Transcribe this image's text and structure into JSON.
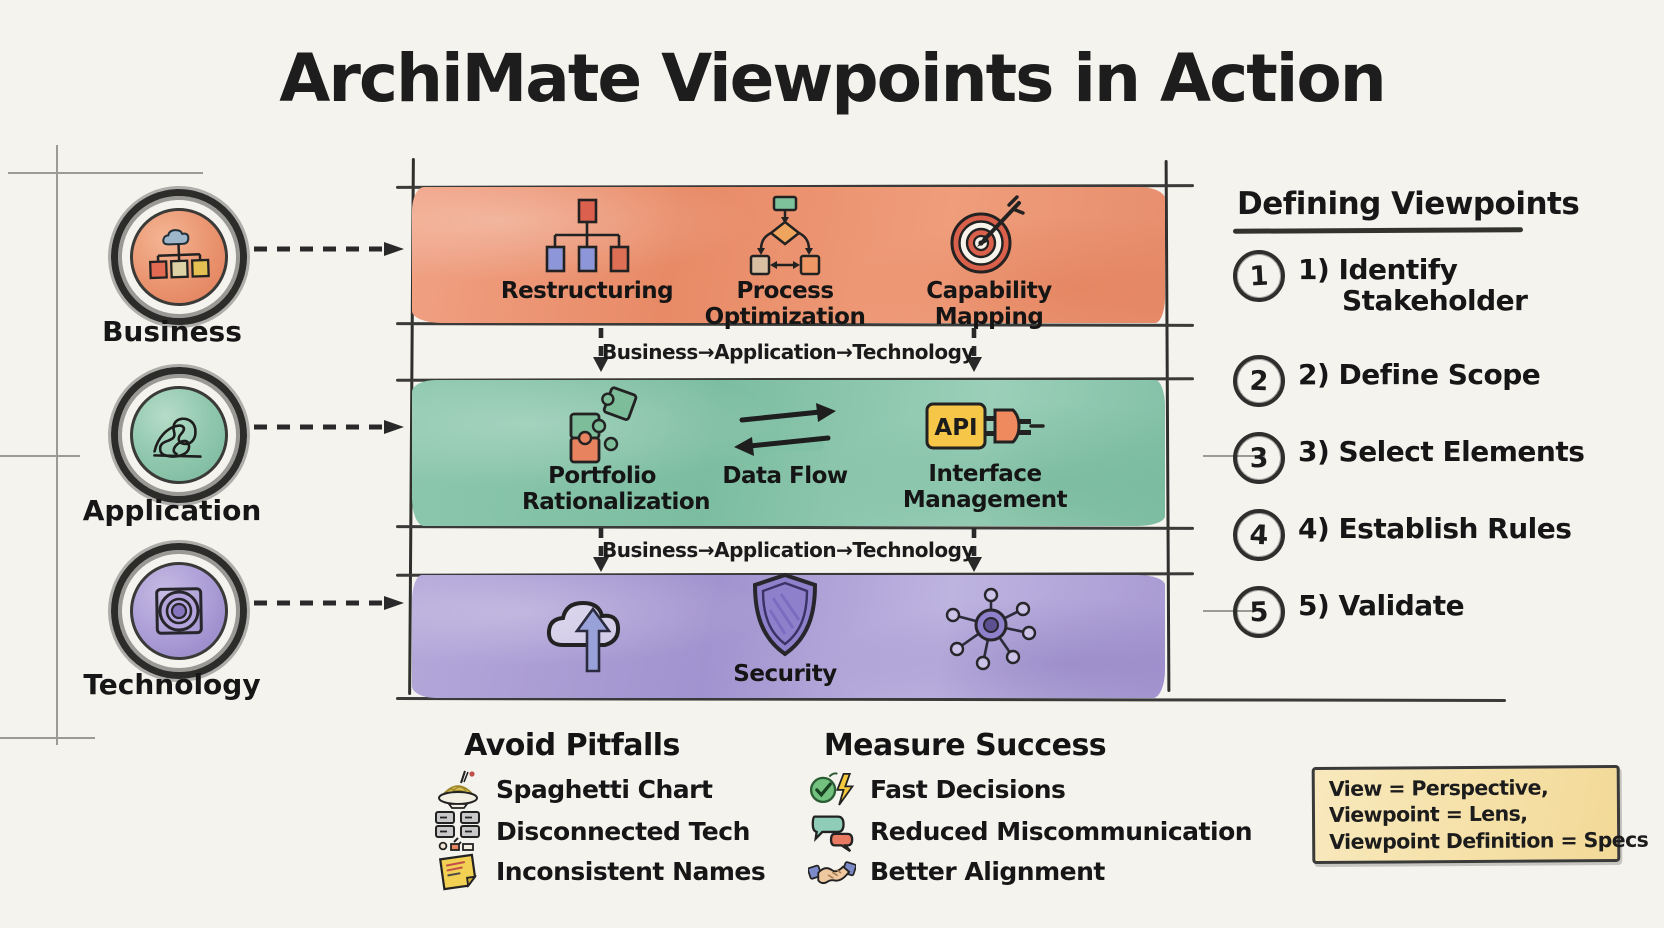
{
  "title": "ArchiMate Viewpoints in Action",
  "colors": {
    "background": "#f5f3ee",
    "ink": "#222222",
    "business_band": "#e88f6e",
    "application_band": "#84c1a7",
    "technology_band": "#a89ad3",
    "note_bg": "#f6e3ae",
    "api_yellow": "#f5c648"
  },
  "layers": [
    {
      "label": "Business",
      "icon": "org-chart-icon"
    },
    {
      "label": "Application",
      "icon": "tangle-icon"
    },
    {
      "label": "Technology",
      "icon": "lens-icon"
    }
  ],
  "bands": [
    {
      "name": "business-band",
      "items": [
        {
          "label": "Restructuring",
          "icon": "hierarchy-icon"
        },
        {
          "label": "Process Optimization",
          "icon": "flowchart-icon"
        },
        {
          "label": "Capability Mapping",
          "icon": "target-icon"
        }
      ]
    },
    {
      "name": "application-band",
      "items": [
        {
          "label": "Portfolio Rationalization",
          "icon": "puzzle-icon"
        },
        {
          "label": "Data Flow",
          "icon": "double-arrow-icon"
        },
        {
          "label": "Interface Management",
          "icon": "api-plug-icon",
          "icon_text": "API"
        }
      ]
    },
    {
      "name": "technology-band",
      "items": [
        {
          "label": "",
          "icon": "cloud-upload-icon"
        },
        {
          "label": "Security",
          "icon": "shield-icon"
        },
        {
          "label": "",
          "icon": "network-icon"
        }
      ]
    }
  ],
  "connector_label": "Business→Application→Technology",
  "defining_viewpoints": {
    "title": "Defining Viewpoints",
    "steps": [
      {
        "num": "1",
        "label": "1) Identify Stakeholder"
      },
      {
        "num": "2",
        "label": "2) Define Scope"
      },
      {
        "num": "3",
        "label": "3) Select Elements"
      },
      {
        "num": "4",
        "label": "4) Establish Rules"
      },
      {
        "num": "5",
        "label": "5) Validate"
      }
    ]
  },
  "avoid_pitfalls": {
    "title": "Avoid Pitfalls",
    "items": [
      {
        "label": "Spaghetti Chart",
        "icon": "spaghetti-icon"
      },
      {
        "label": "Disconnected Tech",
        "icon": "servers-icon"
      },
      {
        "label": "Inconsistent Names",
        "icon": "sticky-note-icon"
      }
    ]
  },
  "measure_success": {
    "title": "Measure Success",
    "items": [
      {
        "label": "Fast Decisions",
        "icon": "check-bolt-icon"
      },
      {
        "label": "Reduced Miscommunication",
        "icon": "speech-bubbles-icon"
      },
      {
        "label": "Better Alignment",
        "icon": "handshake-icon"
      }
    ]
  },
  "note": {
    "line1": "View = Perspective,",
    "line2": "Viewpoint = Lens,",
    "line3": "Viewpoint Definition = Specs"
  }
}
